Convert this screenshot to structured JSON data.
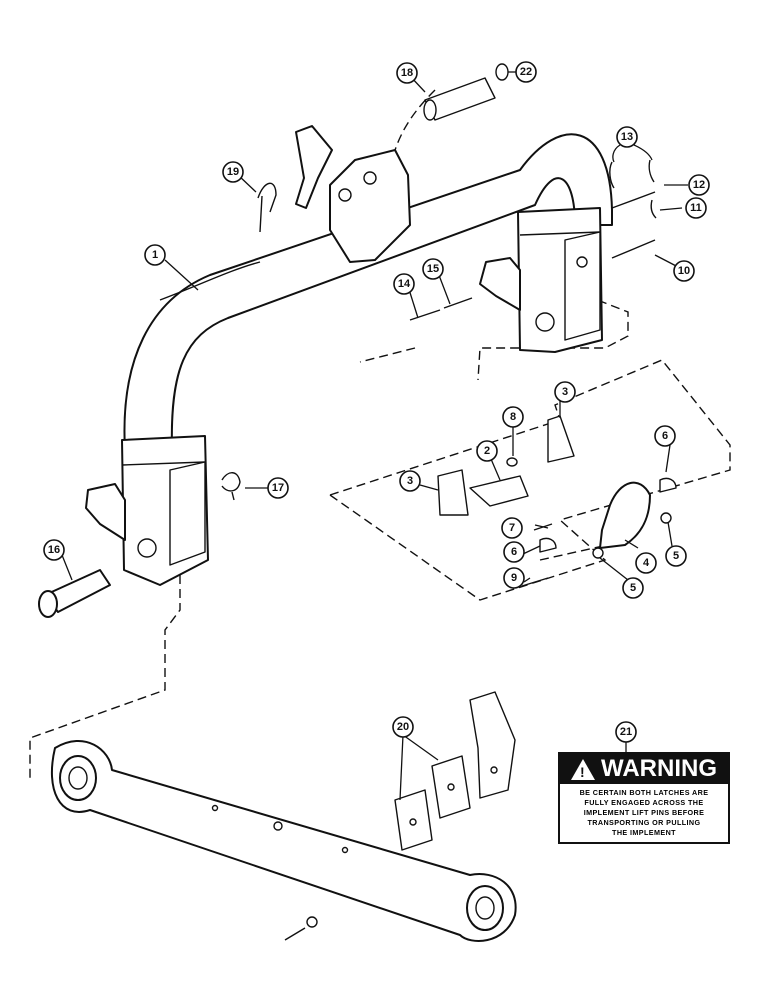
{
  "callouts": {
    "c1": "1",
    "c2": "2",
    "c3a": "3",
    "c3b": "3",
    "c4": "4",
    "c5a": "5",
    "c5b": "5",
    "c6a": "6",
    "c6b": "6",
    "c7": "7",
    "c8": "8",
    "c9": "9",
    "c10": "10",
    "c11": "11",
    "c12": "12",
    "c13": "13",
    "c14": "14",
    "c15": "15",
    "c16": "16",
    "c17": "17",
    "c18": "18",
    "c19": "19",
    "c20": "20",
    "c21": "21",
    "c22": "22"
  },
  "warning": {
    "title": "WARNING",
    "symbol": "!",
    "line1": "BE CERTAIN BOTH LATCHES ARE",
    "line2": "FULLY ENGAGED ACROSS THE",
    "line3": "IMPLEMENT LIFT PINS BEFORE",
    "line4": "TRANSPORTING OR PULLING",
    "line5": "THE IMPLEMENT"
  }
}
